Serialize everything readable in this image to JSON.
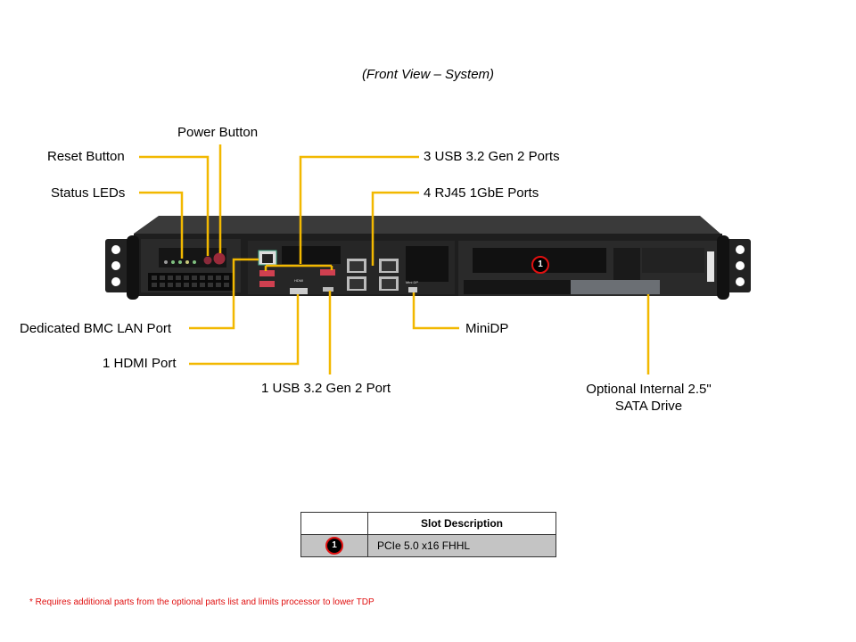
{
  "title": "(Front View – System)",
  "callouts": {
    "power_button": "Power Button",
    "reset_button": "Reset Button",
    "status_leds": "Status LEDs",
    "usb_3_ports": "3 USB 3.2 Gen 2 Ports",
    "rj45_ports": "4 RJ45 1GbE Ports",
    "bmc_lan": "Dedicated BMC LAN Port",
    "hdmi": "1 HDMI Port",
    "usb_1_port": "1 USB 3.2 Gen 2 Port",
    "minidp": "MiniDP",
    "sata_line1": "Optional Internal 2.5\"",
    "sata_line2": "SATA Drive"
  },
  "chassis": {
    "slot_badge": "1",
    "hdmi_port_label": "HDMI",
    "minidp_port_label": "Mini DP"
  },
  "slot_table": {
    "header": "Slot Description",
    "rows": [
      {
        "badge": "1",
        "description": "PCIe 5.0 x16 FHHL"
      }
    ]
  },
  "footnote": "* Requires additional parts from the optional parts list and limits processor to lower TDP",
  "colors": {
    "callout_line": "#f2b800",
    "badge_ring": "#e01010",
    "footnote": "#e01010"
  }
}
